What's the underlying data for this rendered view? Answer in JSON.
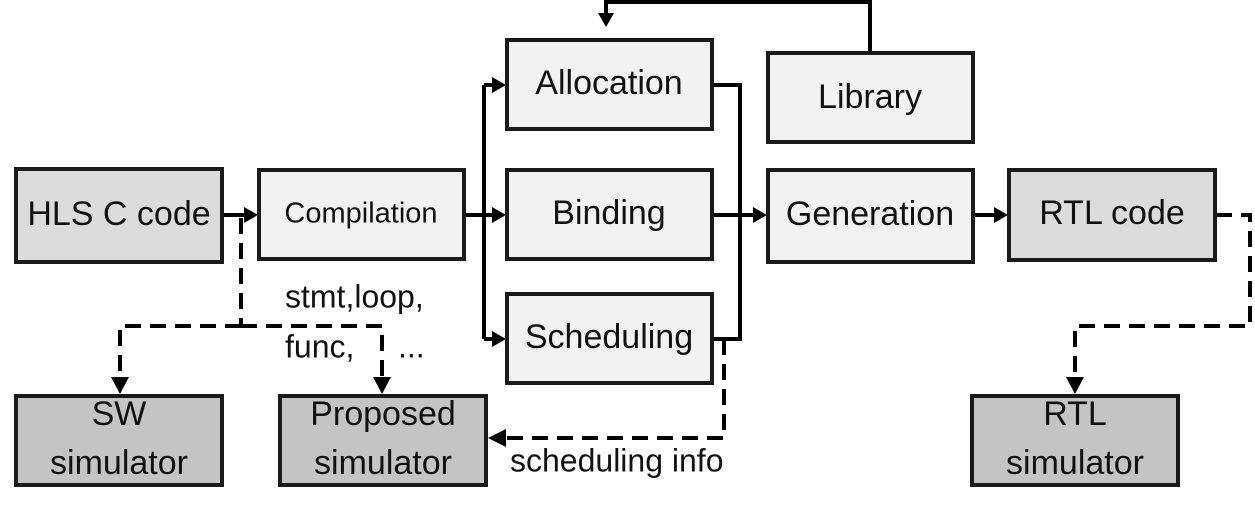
{
  "nodes": {
    "hls_c_code": "HLS C code",
    "compilation": "Compilation",
    "allocation": "Allocation",
    "binding": "Binding",
    "scheduling": "Scheduling",
    "library": "Library",
    "generation": "Generation",
    "rtl_code": "RTL code",
    "sw_simulator": [
      "SW",
      "simulator"
    ],
    "proposed_simulator": [
      "Proposed",
      "simulator"
    ],
    "rtl_simulator": [
      "RTL",
      "simulator"
    ]
  },
  "annotations": {
    "compile_info_line1": "stmt,loop,",
    "compile_info_line2": "func,",
    "compile_info_ellipsis": "...",
    "scheduling_info": "scheduling info"
  }
}
